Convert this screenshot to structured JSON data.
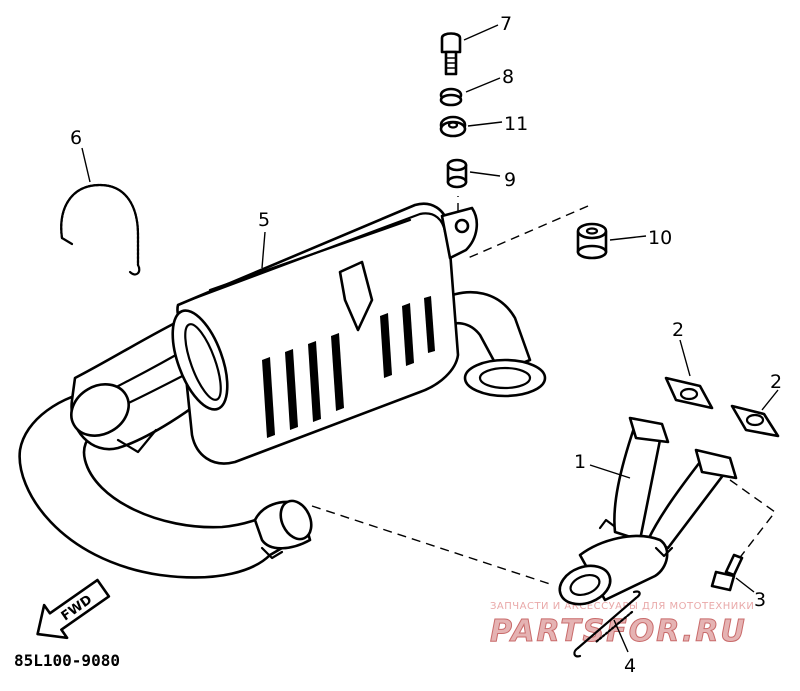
{
  "diagram": {
    "diagram_code": "85L100-9080",
    "fwd_label": "FWD",
    "callouts": [
      {
        "id": "1",
        "label": "1"
      },
      {
        "id": "2a",
        "label": "2"
      },
      {
        "id": "2b",
        "label": "2"
      },
      {
        "id": "3",
        "label": "3"
      },
      {
        "id": "4",
        "label": "4"
      },
      {
        "id": "5",
        "label": "5"
      },
      {
        "id": "6",
        "label": "6"
      },
      {
        "id": "7",
        "label": "7"
      },
      {
        "id": "8",
        "label": "8"
      },
      {
        "id": "9",
        "label": "9"
      },
      {
        "id": "10",
        "label": "10"
      },
      {
        "id": "11",
        "label": "11"
      }
    ]
  },
  "watermark": {
    "tagline": "ЗАПЧАСТИ И АКСЕССУАРЫ ДЛЯ МОТОТЕХНИКИ",
    "brand": "PARTSFOR.RU"
  },
  "colors": {
    "watermark_fill": "#e5b3b3",
    "watermark_stroke": "#c96b6b"
  }
}
